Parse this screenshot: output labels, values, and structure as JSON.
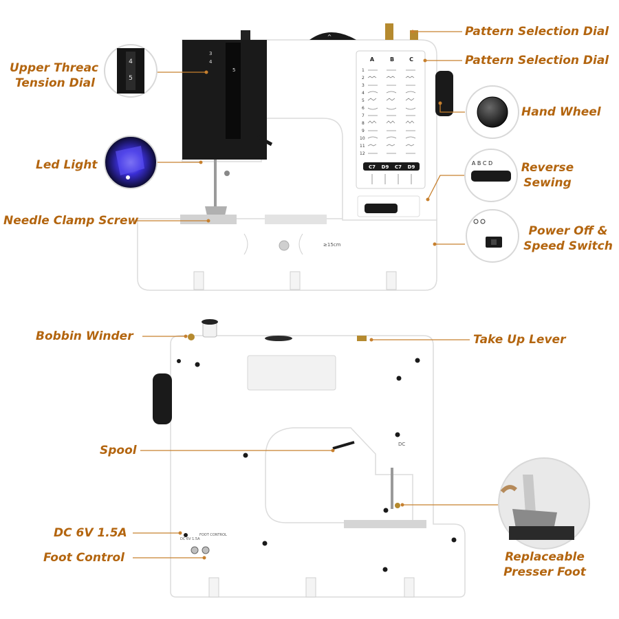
{
  "colors": {
    "label": "#b3650f",
    "leader": "#c7802e",
    "machine_body": "#ffffff",
    "machine_outline": "#dcdcdc",
    "black_panel": "#1a1a1a",
    "led_blue": "#3b2fd9"
  },
  "labels": {
    "pattern_dial_top": "Pattern Selection Dial",
    "pattern_dial_panel": "Pattern Selection Dial",
    "upper_thread_tension_line1": "Upper Threac",
    "upper_thread_tension_line2": "Tension Dial",
    "hand_wheel": "Hand Wheel",
    "led_light": "Led Light",
    "reverse_sewing_line1": "Reverse",
    "reverse_sewing_line2": "Sewing",
    "needle_clamp_screw": "Needle Clamp Screw",
    "power_speed_line1": "Power Off &",
    "power_speed_line2": "Speed Switch",
    "bobbin_winder": "Bobbin Winder",
    "take_up_lever": "Take Up Lever",
    "spool": "Spool",
    "dc_power": "DC 6V 1.5A",
    "foot_control": "Foot Control",
    "presser_foot_line1": "Replaceable",
    "presser_foot_line2": "Presser Foot"
  },
  "machine_front": {
    "panel_columns": [
      "A",
      "B",
      "C"
    ],
    "stitch_numbers": [
      "1",
      "2",
      "3",
      "4",
      "5",
      "6",
      "7",
      "8",
      "9",
      "10",
      "11",
      "12"
    ],
    "stitch_codes": [
      "C7",
      "D9",
      "C7",
      "D9"
    ],
    "reverse_letters": "A B C D",
    "tension_dial_digits": [
      "3",
      "4",
      "5"
    ],
    "ruler_text": "≥15cm"
  },
  "machine_back": {
    "side_tag": "DC",
    "power_port_text": "DC 6V 1.5A",
    "foot_port_text": "FOOT CONTROL"
  },
  "insets": {
    "tension_dial_digits": [
      "4",
      "5"
    ],
    "reverse_letters": "A B C D"
  }
}
